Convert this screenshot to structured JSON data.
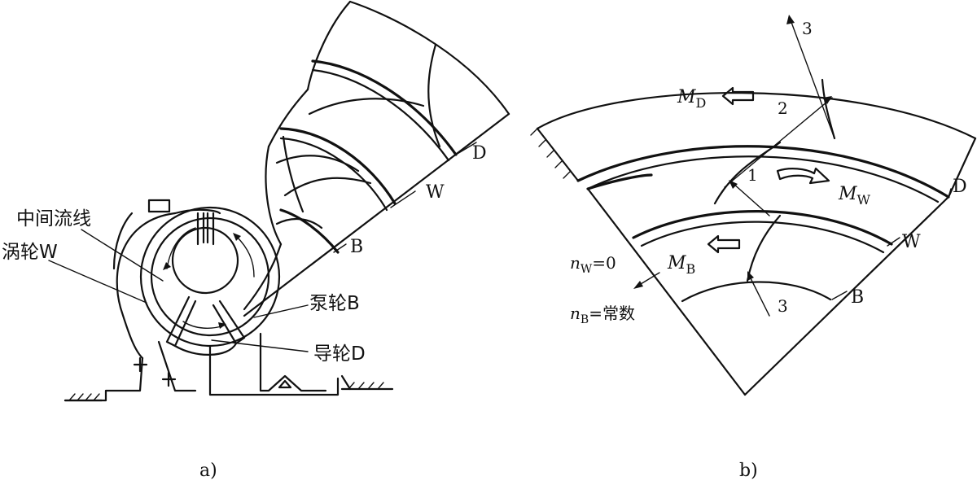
{
  "figure_a": {
    "caption": "a)",
    "labels": {
      "middle_streamline": "中间流线",
      "turbine": "涡轮W",
      "pump": "泵轮B",
      "stator": "导轮D",
      "ring_D": "D",
      "ring_W": "W",
      "ring_B": "B"
    }
  },
  "figure_b": {
    "caption": "b)",
    "labels": {
      "ring_D": "D",
      "ring_W": "W",
      "ring_B": "B",
      "point_1": "1",
      "point_2": "2",
      "point_3_top": "3",
      "point_3_bottom": "3",
      "torque_D": "M",
      "torque_D_sub": "D",
      "torque_W": "M",
      "torque_W_sub": "W",
      "torque_B": "M",
      "torque_B_sub": "B",
      "speed_W": "n",
      "speed_W_sub": "W",
      "speed_W_eq": "=0",
      "speed_B": "n",
      "speed_B_sub": "B",
      "speed_B_eq": "=常数"
    }
  }
}
